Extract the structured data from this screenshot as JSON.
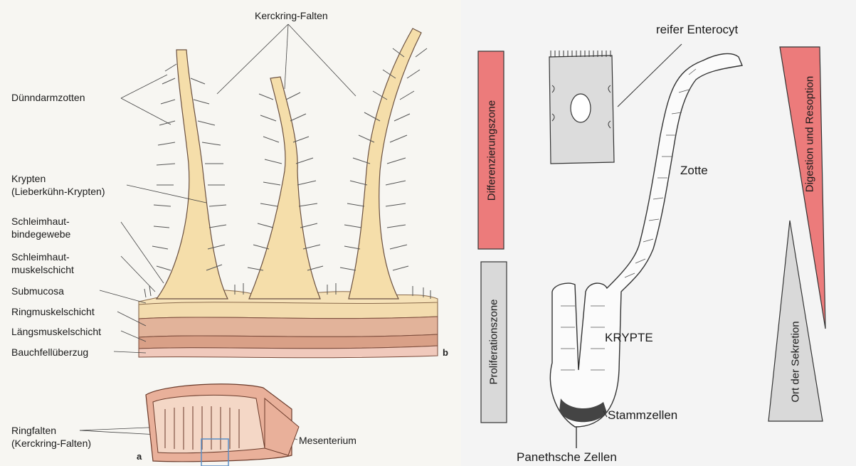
{
  "left": {
    "labels": {
      "kerckring_top": "Kerckring-Falten",
      "zotten": "Dünndarmzotten",
      "krypten_1": "Krypten",
      "krypten_2": "(Lieberkühn-Krypten)",
      "schleimhaut_bg_1": "Schleimhaut-",
      "schleimhaut_bg_2": "bindegewebe",
      "schleimhaut_ms_1": "Schleimhaut-",
      "schleimhaut_ms_2": "muskelschicht",
      "submucosa": "Submucosa",
      "ringmuskel": "Ringmuskelschicht",
      "laengsmuskel": "Längsmuskelschicht",
      "bauchfell": "Bauchfellüberzug",
      "ringfalten_1": "Ringfalten",
      "ringfalten_2": "(Kerckring-Falten)",
      "mesenterium": "Mesenterium",
      "tag_a": "a",
      "tag_b": "b"
    }
  },
  "right": {
    "bars": {
      "differenzierung": "Differenzierungszone",
      "proliferation": "Proliferationszone"
    },
    "triangles": {
      "digestion": "Digestion und Resoption",
      "sekretion": "Ort der Sekretion"
    },
    "labels": {
      "enterocyt": "reifer Enterocyt",
      "zotte": "Zotte",
      "krypte": "KRYPTE",
      "stammzellen": "Stammzellen",
      "paneth": "Panethsche Zellen"
    },
    "colors": {
      "pink": "#ec7b7b",
      "grey": "#d9d9d9"
    }
  }
}
